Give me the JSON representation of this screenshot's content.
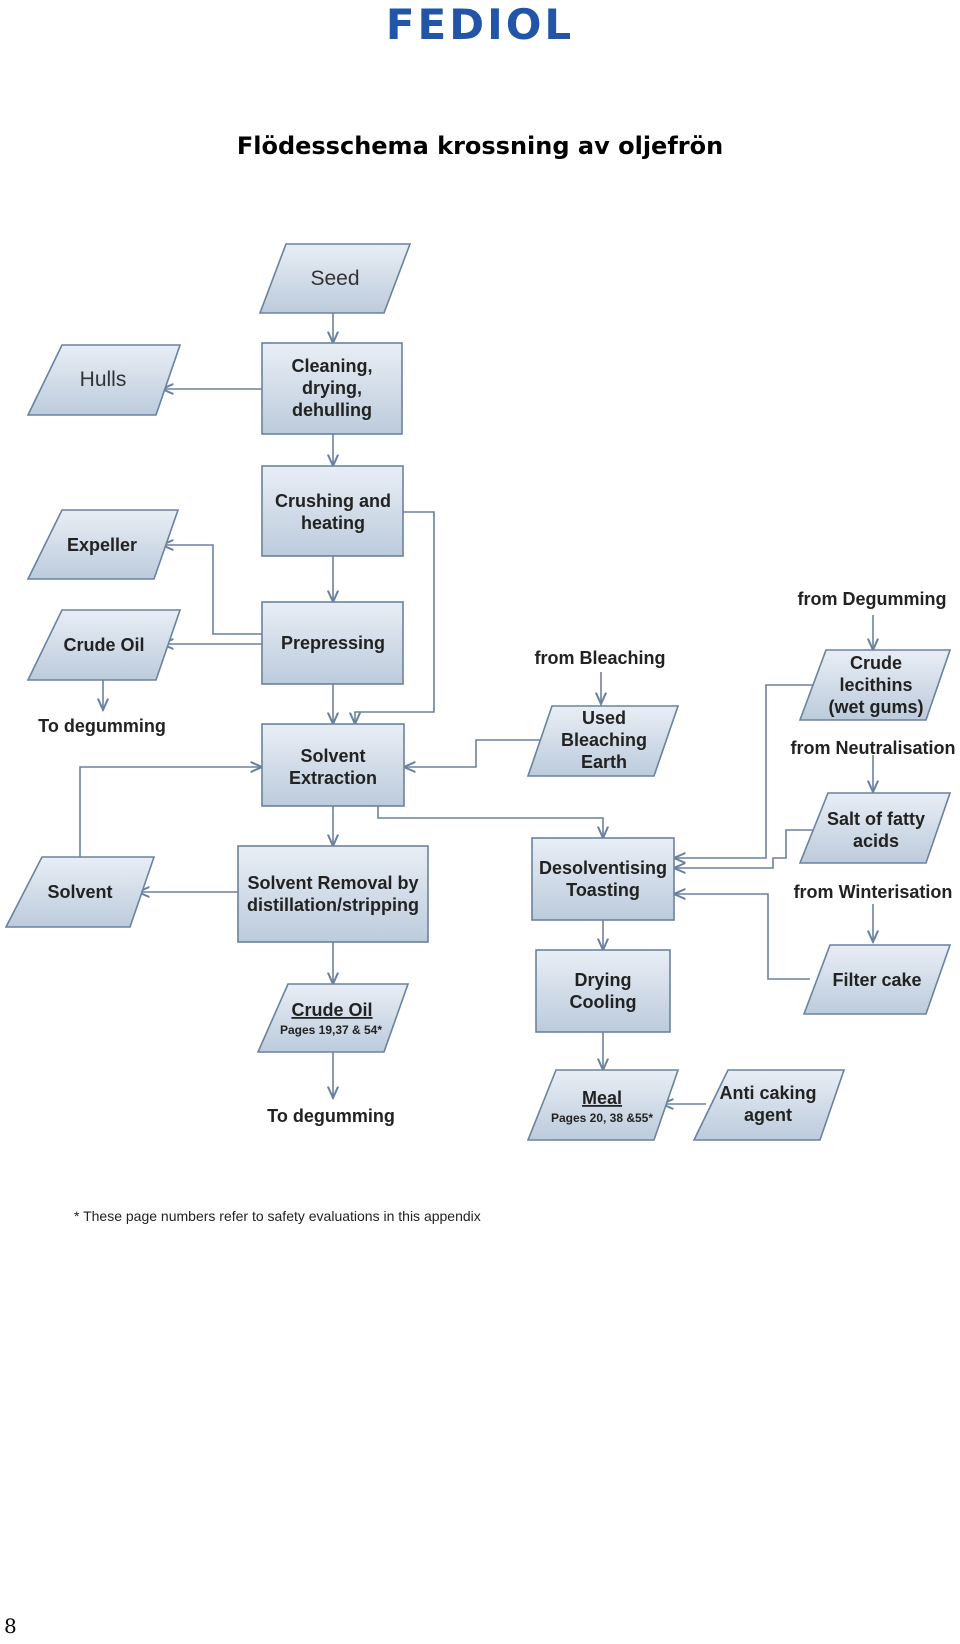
{
  "header": {
    "logo_text": "FEDIOL",
    "logo_color": "#2255a8"
  },
  "title": "Flödesschema krossning av oljefrön",
  "page_number": "8",
  "footnote": "* These page numbers refer to safety evaluations in this appendix",
  "colors": {
    "box_top": "#e9eef5",
    "box_bottom": "#bccbdc",
    "stroke": "#6a82a0",
    "arrow": "#6a82a0"
  },
  "nodes": {
    "seed": [
      "Seed"
    ],
    "cleaning": [
      "Cleaning,",
      "drying,",
      "dehulling"
    ],
    "hulls": [
      "Hulls"
    ],
    "crushing": [
      "Crushing and",
      "heating"
    ],
    "expeller": [
      "Expeller"
    ],
    "prepressing": [
      "Prepressing"
    ],
    "crude_oil_1": [
      "Crude Oil"
    ],
    "solvent_extraction": [
      "Solvent",
      "Extraction"
    ],
    "used_earth": [
      "Used",
      "Bleaching",
      "Earth"
    ],
    "crude_lecithins": [
      "Crude",
      "lecithins",
      "(wet gums)"
    ],
    "salt_fatty": [
      "Salt of fatty",
      "acids"
    ],
    "solvent": [
      "Solvent"
    ],
    "solvent_removal": [
      "Solvent Removal by",
      "distillation/stripping"
    ],
    "desolventising": [
      "Desolventising",
      "Toasting"
    ],
    "filter_cake": [
      "Filter cake"
    ],
    "drying_cooling": [
      "Drying",
      "Cooling"
    ],
    "crude_oil_2": {
      "title": "Crude Oil",
      "sub": "Pages 19,37 & 54*"
    },
    "meal": {
      "title": "Meal",
      "sub": "Pages 20, 38 &55*"
    },
    "anti_caking": [
      "Anti caking",
      "agent"
    ]
  },
  "free_labels": {
    "to_degumming_1": "To degumming",
    "to_degumming_2": "To degumming",
    "from_bleaching": "from Bleaching",
    "from_degumming": "from Degumming",
    "from_neutralisation": "from Neutralisation",
    "from_winterisation": "from Winterisation"
  }
}
